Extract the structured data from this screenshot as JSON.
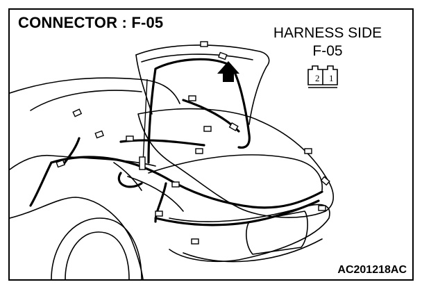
{
  "title": "CONNECTOR : F-05",
  "harness": {
    "side_label": "HARNESS SIDE",
    "connector_label": "F-05",
    "pins": [
      "2",
      "1"
    ]
  },
  "figure_code": "AC201218AC"
}
